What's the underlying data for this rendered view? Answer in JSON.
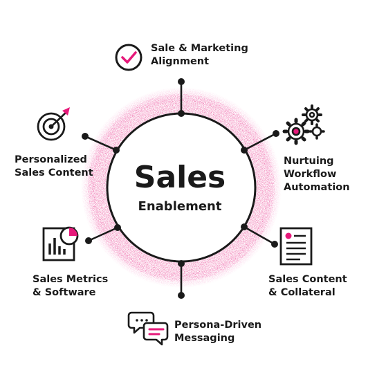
{
  "center": {
    "title": "Sales",
    "subtitle": "Enablement"
  },
  "items": [
    {
      "line1": "Sale & Marketing",
      "line2": "Alignment",
      "icon": "checkmark-circle-icon"
    },
    {
      "line1": "Nurtuing",
      "line2": "Workflow",
      "line3": "Automation",
      "icon": "gears-icon"
    },
    {
      "line1": "Sales Content",
      "line2": "& Collateral",
      "icon": "document-icon"
    },
    {
      "line1": "Persona-Driven",
      "line2": "Messaging",
      "icon": "chat-bubbles-icon"
    },
    {
      "line1": "Sales Metrics",
      "line2": "& Software",
      "icon": "report-chart-icon"
    },
    {
      "line1": "Personalized",
      "line2": "Sales Content",
      "icon": "target-icon"
    }
  ],
  "colors": {
    "accent": "#e6197a",
    "ink": "#1a1a1a",
    "background": "#ffffff"
  }
}
